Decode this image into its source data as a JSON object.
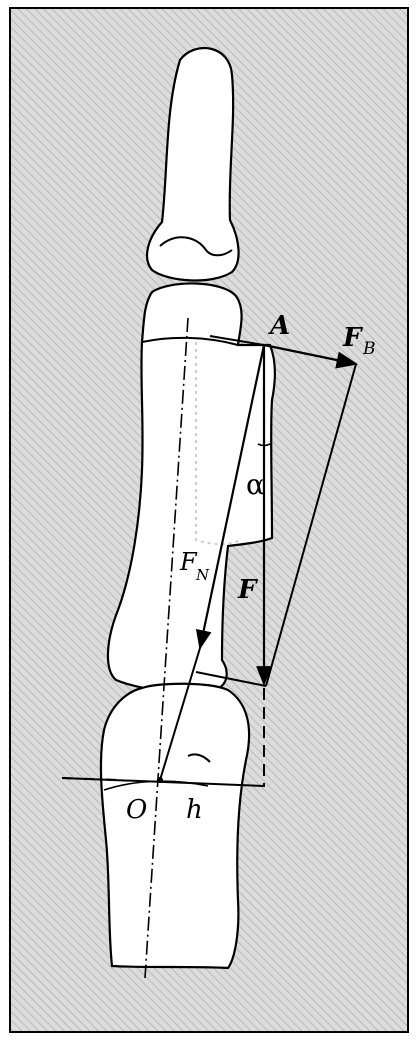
{
  "labels": {
    "point_a": "A",
    "force_fb": "F",
    "force_fb_sub": "B",
    "force_fn": "F",
    "force_fn_sub": "N",
    "force_f": "F",
    "angle_alpha": "α",
    "origin_o": "O",
    "lever_h": "h"
  },
  "colors": {
    "background": "#ffffff",
    "panel_fill": "#d9d9d9",
    "hatch": "#bdbdbd",
    "ink": "#000000",
    "bone_fill": "#ffffff"
  },
  "icons": {
    "arrowhead": "arrowhead-icon"
  }
}
